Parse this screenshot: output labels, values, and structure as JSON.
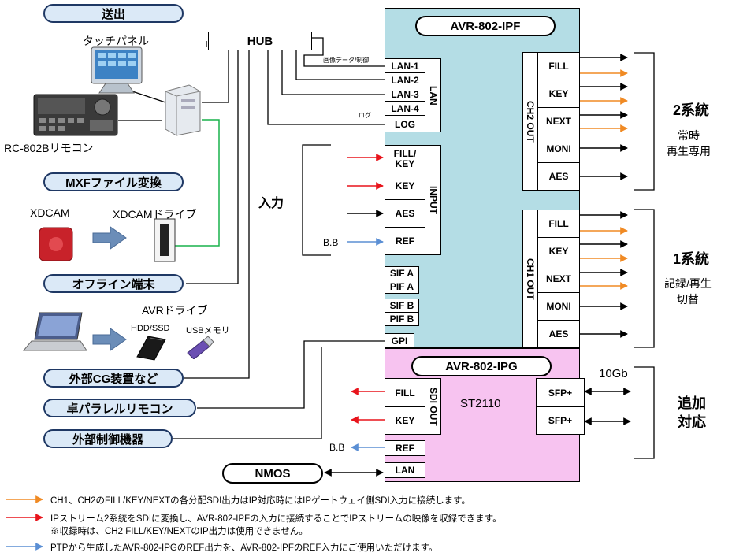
{
  "left": {
    "send_title": "送出",
    "touch_panel": "タッチパネル",
    "rc_remote": "RC-802Bリモコン",
    "mxf_title": "MXFファイル変換",
    "xdcam": "XDCAM",
    "xdcam_drive": "XDCAMドライブ",
    "offline": "オフライン端末",
    "avr_drive": "AVRドライブ",
    "hdd_ssd": "HDD/SSD",
    "usb_memory": "USBメモリ",
    "ext_cg": "外部CG装置など",
    "parallel_remote": "卓パラレルリモコン",
    "ext_control": "外部制御機器",
    "nmos": "NMOS"
  },
  "hub": {
    "label": "HUB",
    "note_video": "画像データ/制御",
    "note_log": "ログ"
  },
  "input_label": "入力",
  "bb1": "B.B",
  "bb2": "B.B",
  "ipf": {
    "title": "AVR-802-IPF",
    "lan_group": "LAN",
    "lan_ports": [
      "LAN-1",
      "LAN-2",
      "LAN-3",
      "LAN-4",
      "LOG"
    ],
    "input_group": "INPUT",
    "inputs": [
      "FILL/\nKEY",
      "KEY",
      "AES",
      "REF"
    ],
    "sif_pif": [
      "SIF A",
      "PIF A",
      "SIF B",
      "PIF B"
    ],
    "gpi": "GPI",
    "ch2_group": "CH2 OUT",
    "ch2_outputs": [
      "FILL",
      "KEY",
      "NEXT",
      "MONI",
      "AES"
    ],
    "ch1_group": "CH1 OUT",
    "ch1_outputs": [
      "FILL",
      "KEY",
      "NEXT",
      "MONI",
      "AES"
    ]
  },
  "ipg": {
    "title": "AVR-802-IPG",
    "sdi_group": "SDI OUT",
    "sdi_outputs": [
      "FILL",
      "KEY"
    ],
    "st2110": "ST2110",
    "sfp": [
      "SFP+",
      "SFP+"
    ],
    "ref": "REF",
    "lan": "LAN",
    "speed": "10Gb"
  },
  "right": {
    "sys2_title": "2系統",
    "sys2_desc": "常時\n再生専用",
    "sys1_title": "1系統",
    "sys1_desc": "記録/再生\n切替",
    "add_title": "追加\n対応"
  },
  "legend": [
    {
      "color": "orange",
      "text": "CH1、CH2のFILL/KEY/NEXTの各分配SDI出力はIP対応時にはIPゲートウェイ側SDI入力に接続します。"
    },
    {
      "color": "red",
      "text": "IPストリーム2系統をSDIに変換し、AVR-802-IPFの入力に接続することでIPストリームの映像を収録できます。"
    },
    {
      "color": "red-note",
      "text": "※収録時は、CH2 FILL/KEY/NEXTのIP出力は使用できません。"
    },
    {
      "color": "blue",
      "text": "PTPから生成したAVR-802-IPGのREF出力を、AVR-802-IPFのREF入力にご使用いただけます。"
    }
  ],
  "colors": {
    "ipf_bg": "#b4dde5",
    "ipg_bg": "#f7c3f0",
    "orange": "#f08a24",
    "red": "#e8141c",
    "blue": "#5b8fd4",
    "green": "#19b24b"
  }
}
